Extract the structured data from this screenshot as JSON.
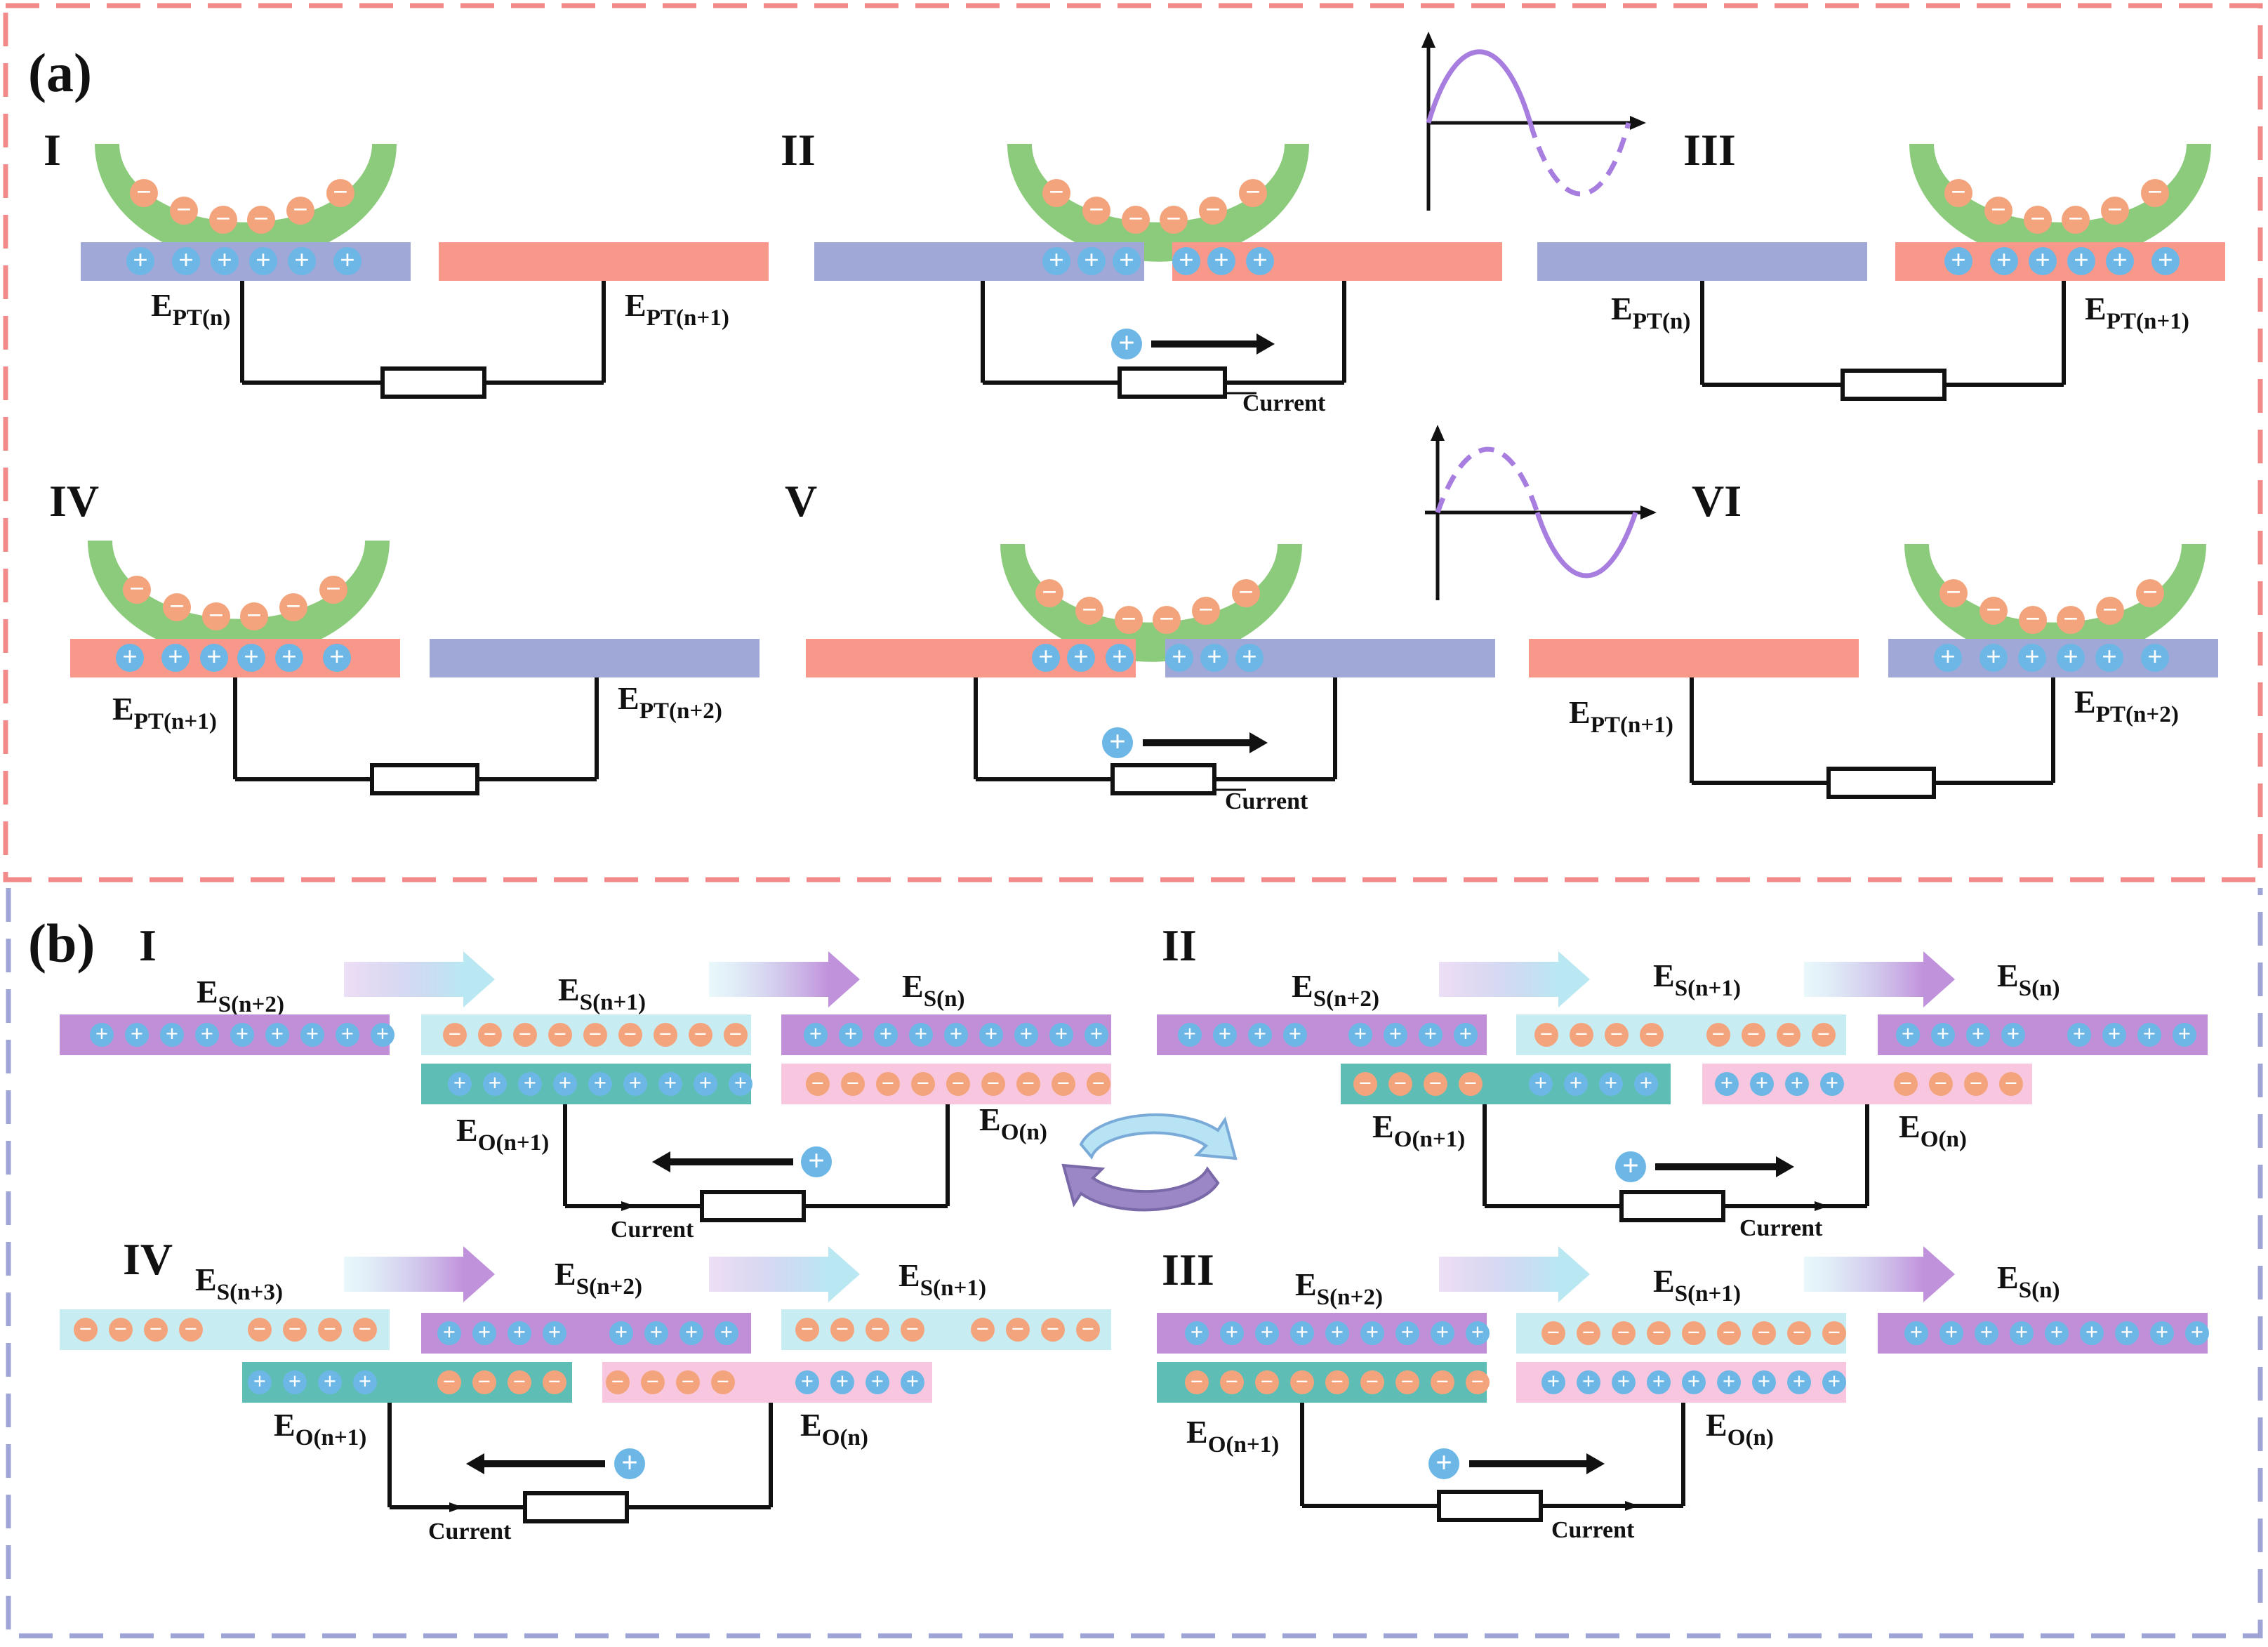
{
  "panel_a": {
    "label": "(a)",
    "steps": [
      {
        "numeral": "I",
        "left": "PT(n)",
        "right": "PT(n+1)",
        "current": ""
      },
      {
        "numeral": "II",
        "left": "",
        "right": "",
        "current": "Current"
      },
      {
        "numeral": "III",
        "left": "PT(n)",
        "right": "PT(n+1)",
        "current": ""
      },
      {
        "numeral": "IV",
        "left": "PT(n+1)",
        "right": "PT(n+2)",
        "current": ""
      },
      {
        "numeral": "V",
        "left": "",
        "right": "",
        "current": "Current"
      },
      {
        "numeral": "VI",
        "left": "PT(n+1)",
        "right": "PT(n+2)",
        "current": ""
      }
    ]
  },
  "panel_b": {
    "label": "(b)",
    "steps": [
      {
        "numeral": "I",
        "s": [
          "S(n+2)",
          "S(n+1)",
          "S(n)"
        ],
        "o": [
          "O(n+1)",
          "O(n)"
        ],
        "current": "Current"
      },
      {
        "numeral": "II",
        "s": [
          "S(n+2)",
          "S(n+1)",
          "S(n)"
        ],
        "o": [
          "O(n+1)",
          "O(n)"
        ],
        "current": "Current"
      },
      {
        "numeral": "III",
        "s": [
          "S(n+2)",
          "S(n+1)",
          "S(n)"
        ],
        "o": [
          "O(n+1)",
          "O(n)"
        ],
        "current": "Current"
      },
      {
        "numeral": "IV",
        "s": [
          "S(n+3)",
          "S(n+2)",
          "S(n+1)"
        ],
        "o": [
          "O(n+1)",
          "O(n)"
        ],
        "current": "Current"
      }
    ]
  },
  "symbols": {
    "electrode_letter": "E",
    "plus": "+",
    "minus": "−"
  },
  "colors": {
    "slider_green": "#8ccb7c",
    "electrode_blue": "#9fa8d6",
    "electrode_red": "#f8988a",
    "charge_orange": "#f4a47c",
    "charge_blue": "#6db7e6",
    "wave_purple": "#a77de0",
    "b_purple": "#c08fd8",
    "b_lightblue": "#c7edf3",
    "b_teal": "#5ebdb5",
    "b_pink": "#f8c7df",
    "border_a": "#f28a8a",
    "border_b_top": "#c3a9e0",
    "border_b_bottom": "#9fa4d6"
  }
}
